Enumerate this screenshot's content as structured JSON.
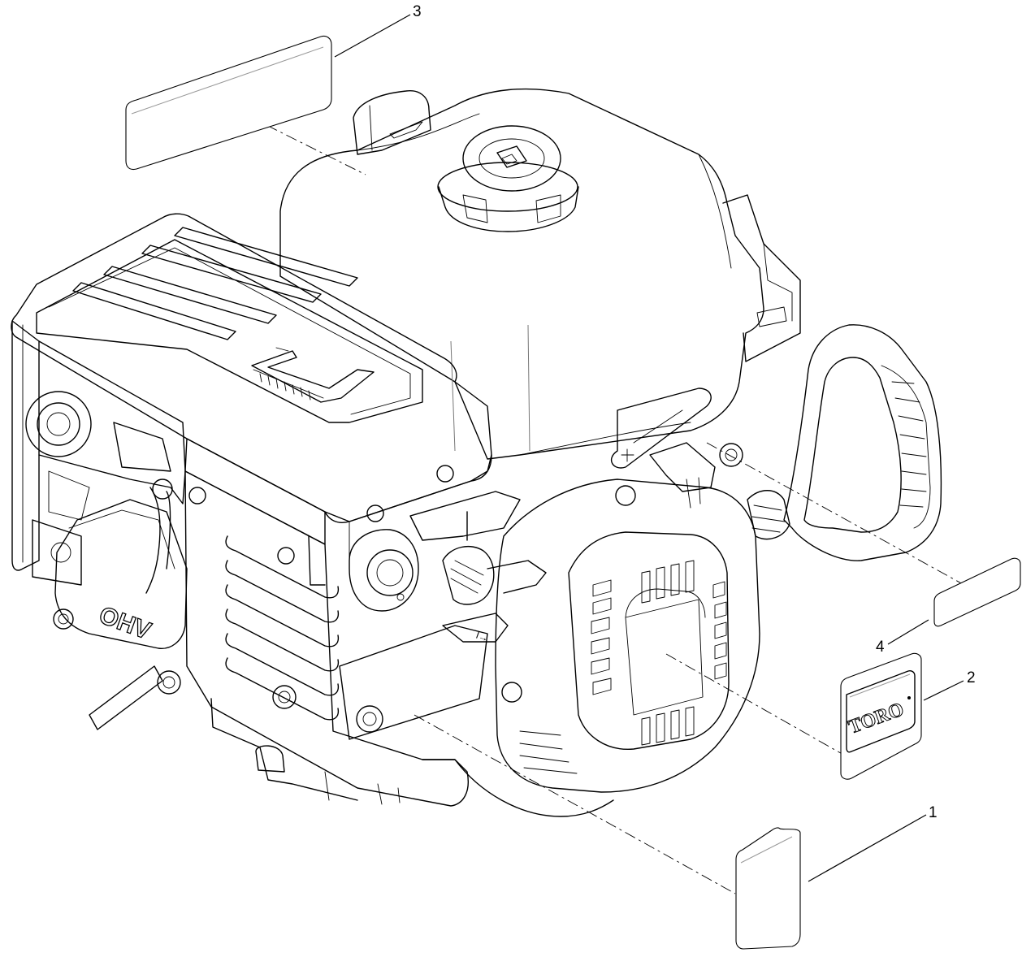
{
  "callouts": [
    {
      "number": "1"
    },
    {
      "number": "2"
    },
    {
      "number": "3"
    },
    {
      "number": "4"
    }
  ],
  "decals": {
    "logo_text": "TORO"
  },
  "engine": {
    "cover_emboss": "OHV"
  }
}
